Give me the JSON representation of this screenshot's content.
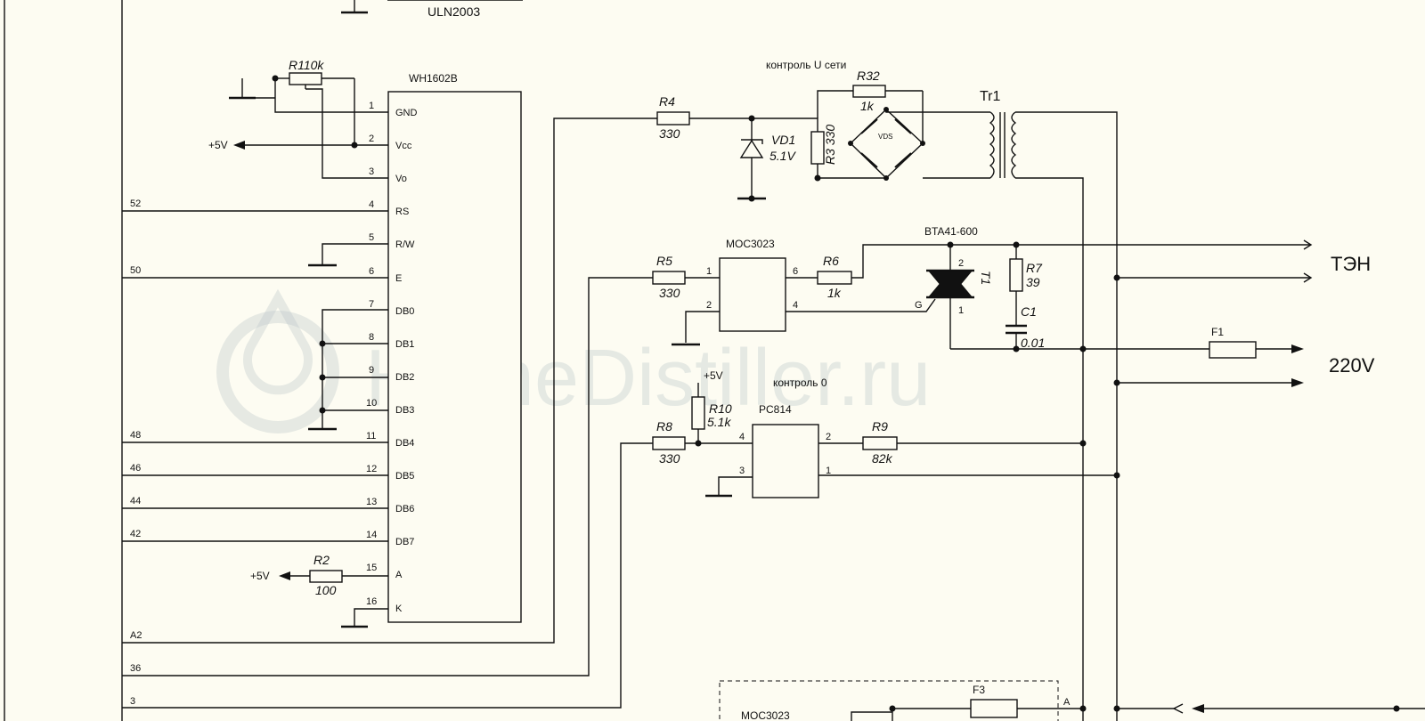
{
  "uln_label": "ULN2003",
  "lcd": {
    "name": "WH1602B",
    "pins": [
      {
        "num": "1",
        "name": "GND",
        "net": ""
      },
      {
        "num": "2",
        "name": "Vcc",
        "net": ""
      },
      {
        "num": "3",
        "name": "Vo",
        "net": ""
      },
      {
        "num": "4",
        "name": "RS",
        "net": "52"
      },
      {
        "num": "5",
        "name": "R/W",
        "net": ""
      },
      {
        "num": "6",
        "name": "E",
        "net": "50"
      },
      {
        "num": "7",
        "name": "DB0",
        "net": ""
      },
      {
        "num": "8",
        "name": "DB1",
        "net": ""
      },
      {
        "num": "9",
        "name": "DB2",
        "net": ""
      },
      {
        "num": "10",
        "name": "DB3",
        "net": ""
      },
      {
        "num": "11",
        "name": "DB4",
        "net": "48"
      },
      {
        "num": "12",
        "name": "DB5",
        "net": "46"
      },
      {
        "num": "13",
        "name": "DB6",
        "net": "44"
      },
      {
        "num": "14",
        "name": "DB7",
        "net": "42"
      },
      {
        "num": "15",
        "name": "A",
        "net": ""
      },
      {
        "num": "16",
        "name": "K",
        "net": ""
      }
    ]
  },
  "bus_nets": {
    "a2": "A2",
    "n36": "36",
    "n3": "3"
  },
  "supply": {
    "vcc_lcd": "+5V",
    "vcc_backlight": "+5V",
    "vcc_r10": "+5V"
  },
  "resistors": {
    "r1": {
      "ref": "R1",
      "value": "10k"
    },
    "r2": {
      "ref": "R2",
      "value": "100"
    },
    "r3": {
      "ref": "R3",
      "value": "330"
    },
    "r4": {
      "ref": "R4",
      "value": "330"
    },
    "r5": {
      "ref": "R5",
      "value": "330"
    },
    "r6": {
      "ref": "R6",
      "value": "1k"
    },
    "r7": {
      "ref": "R7",
      "value": "39"
    },
    "r8": {
      "ref": "R8",
      "value": "330"
    },
    "r9": {
      "ref": "R9",
      "value": "82k"
    },
    "r10": {
      "ref": "R10",
      "value": "5.1k"
    },
    "r32": {
      "ref": "R32",
      "value": "1k"
    }
  },
  "vd1": {
    "ref": "VD1",
    "value": "5.1V"
  },
  "vds": "VDS",
  "tr1": "Tr1",
  "net_voltage_label": "контроль U сети",
  "zero_label": "контроль 0",
  "moc1": {
    "name": "MOC3023",
    "pins": [
      "1",
      "2",
      "6",
      "4"
    ]
  },
  "pc814": {
    "name": "PC814",
    "pins": [
      "4",
      "3",
      "2",
      "1"
    ]
  },
  "triac": {
    "part": "BTA41-600",
    "ref": "T1",
    "pin2": "2",
    "pin1": "1",
    "gate": "G"
  },
  "c1": {
    "ref": "C1",
    "value": "0.01"
  },
  "f1": "F1",
  "f3": "F3",
  "moc2": "MOC3023",
  "term_a": "A",
  "outputs": {
    "load": "ТЭН",
    "mains": "220V"
  },
  "watermark": "HomeDistiller.ru",
  "colors": {
    "background": "#fdfcf2",
    "ink": "#111111",
    "watermark": "#b9c6c9"
  }
}
